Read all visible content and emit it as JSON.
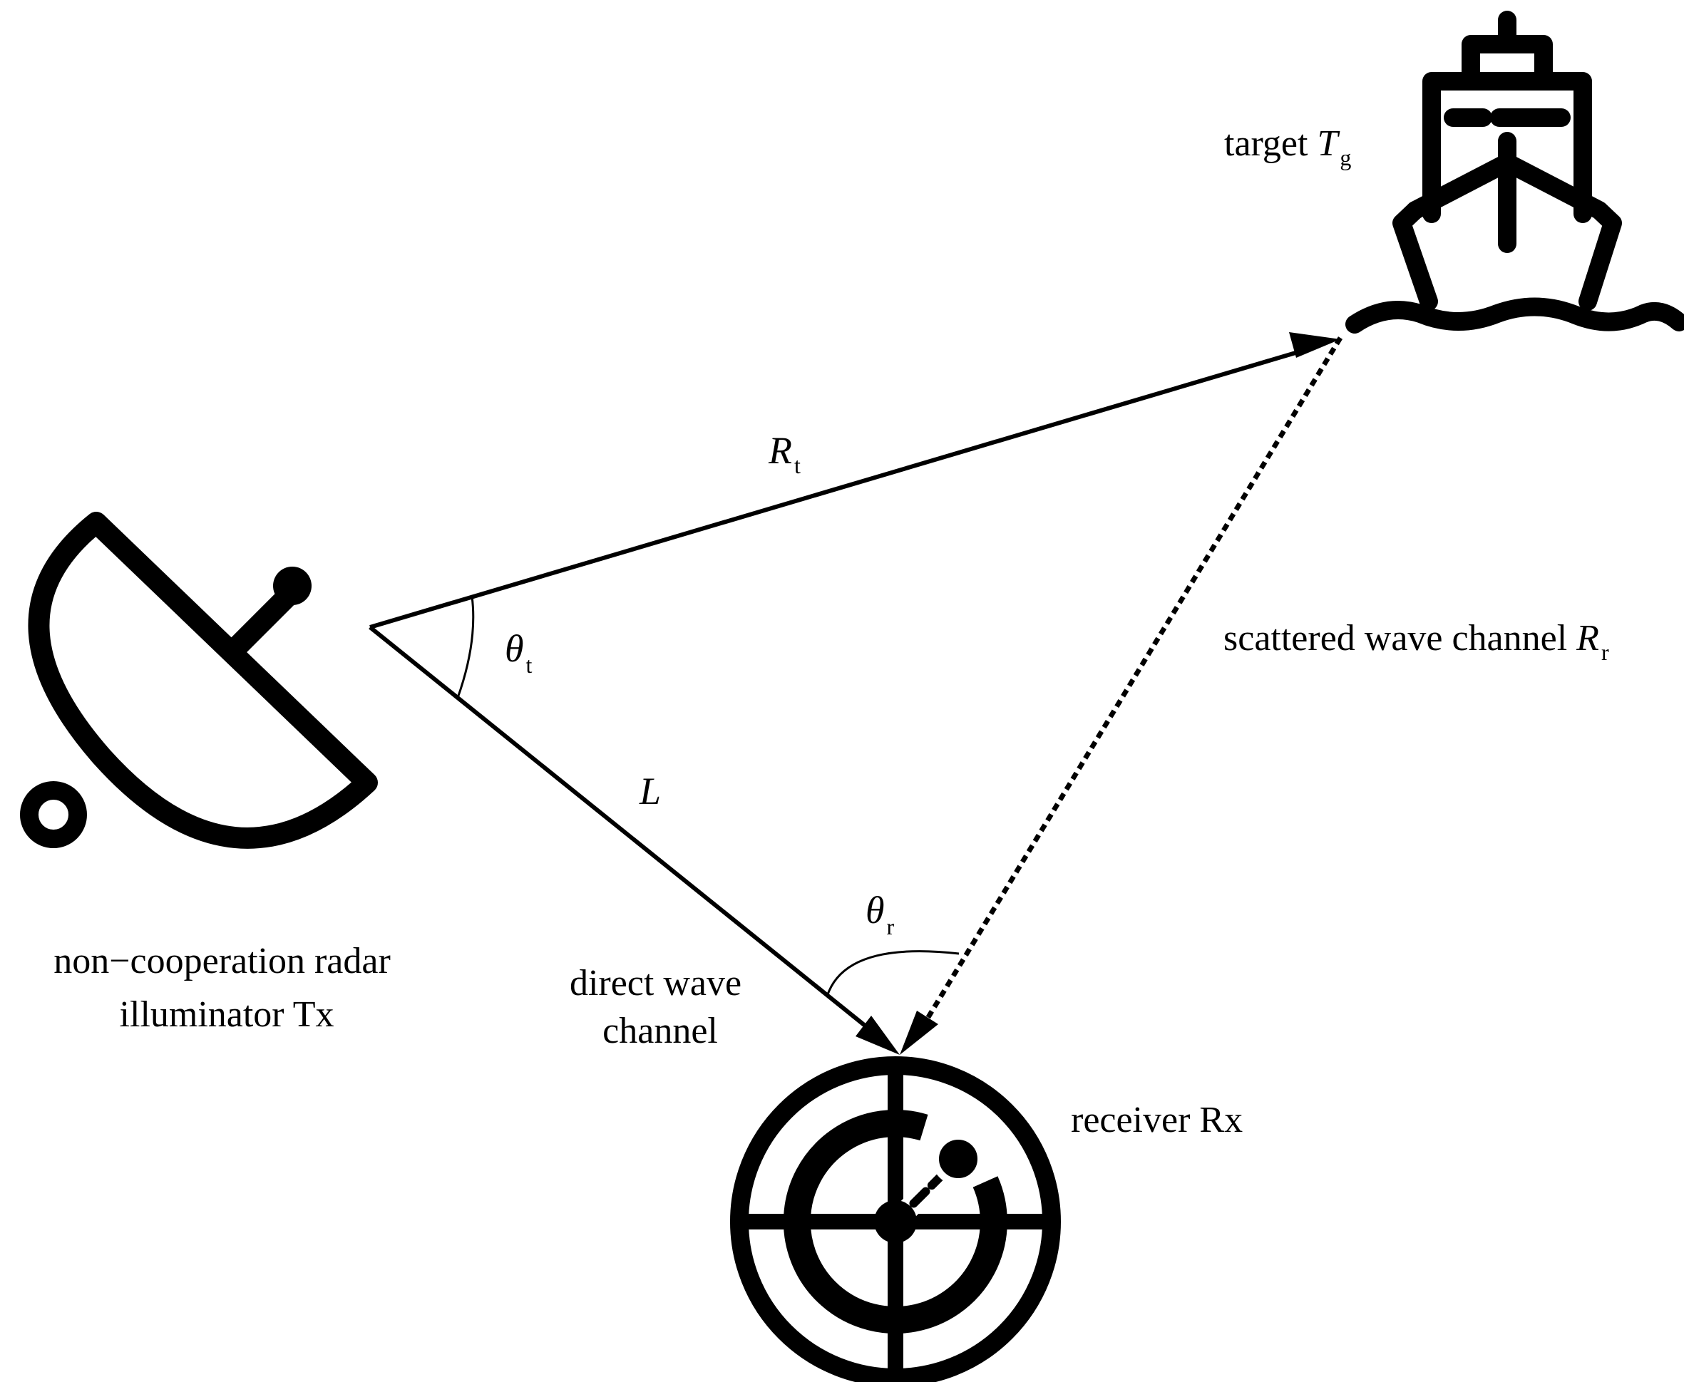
{
  "colors": {
    "ink": "#000000",
    "background": "#ffffff"
  },
  "icons": {
    "transmitter": "satellite-dish-icon",
    "target": "ship-icon",
    "receiver": "radar-icon"
  },
  "labels": {
    "target_prefix": "target ",
    "target_symbol": "T",
    "target_sub": "g",
    "rt_symbol": "R",
    "rt_sub": "t",
    "theta_t_symbol": "θ",
    "theta_t_sub": "t",
    "L_symbol": "L",
    "scattered_prefix": "scattered wave channel ",
    "scattered_symbol": "R",
    "scattered_sub": "r",
    "theta_r_symbol": "θ",
    "theta_r_sub": "r",
    "transmitter_line1": "non−cooperation radar",
    "transmitter_line2": "illuminator Tx",
    "direct_line1": "direct wave",
    "direct_line2": "channel",
    "receiver": "receiver Rx"
  }
}
